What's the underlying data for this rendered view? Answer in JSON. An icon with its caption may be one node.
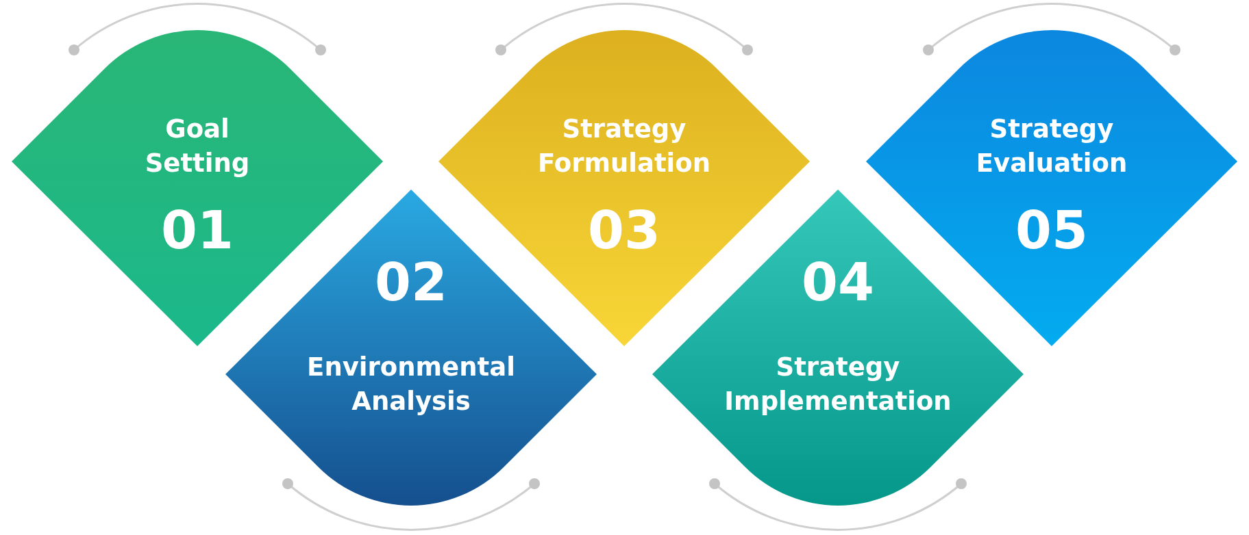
{
  "diagram": {
    "nodes": [
      {
        "text": [
          "Goal Setting",
          "01"
        ]
      },
      {
        "text": [
          "02",
          "Environmental Analysis"
        ]
      },
      {
        "text": [
          "Strategy Formulation",
          "03"
        ]
      },
      {
        "text": [
          "04",
          "Strategy Implementation"
        ]
      },
      {
        "text": [
          "Strategy Evaluation",
          "05"
        ]
      }
    ]
  }
}
